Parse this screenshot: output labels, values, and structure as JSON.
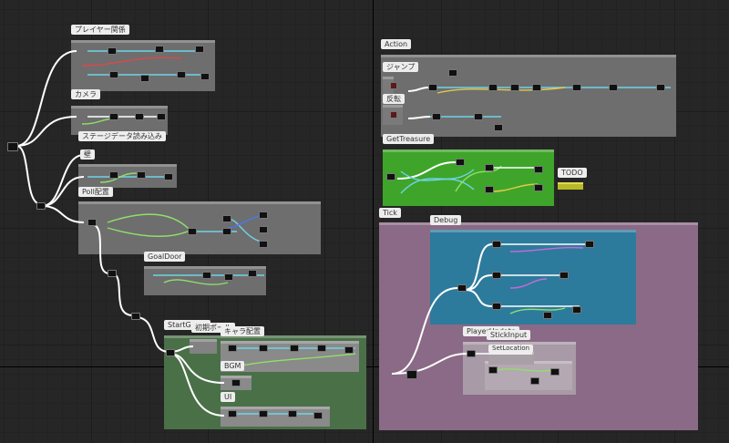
{
  "comments": [
    {
      "id": "player",
      "title": "プレイヤー関係"
    },
    {
      "id": "camera",
      "title": "カメラ"
    },
    {
      "id": "stage-load",
      "title": "ステージデータ読み込み"
    },
    {
      "id": "wall",
      "title": "壁"
    },
    {
      "id": "poll",
      "title": "Poll配置"
    },
    {
      "id": "goaldoor",
      "title": "GoalDoor"
    },
    {
      "id": "startgame",
      "title": "StartGame"
    },
    {
      "id": "initial-pole",
      "title": "初期ポール"
    },
    {
      "id": "chara",
      "title": "キャラ配置"
    },
    {
      "id": "bgm",
      "title": "BGM"
    },
    {
      "id": "ui",
      "title": "UI"
    },
    {
      "id": "action",
      "title": "Action"
    },
    {
      "id": "jump",
      "title": "ジャンプ"
    },
    {
      "id": "flip",
      "title": "反転"
    },
    {
      "id": "gettreasure",
      "title": "GetTreasure"
    },
    {
      "id": "todo",
      "title": "TODO"
    },
    {
      "id": "tick",
      "title": "Tick"
    },
    {
      "id": "debug",
      "title": "Debug"
    },
    {
      "id": "playerupdate",
      "title": "PlayerUpdate"
    },
    {
      "id": "stickinput",
      "title": "StickInput"
    },
    {
      "id": "setlocation",
      "title": "SetLocation"
    }
  ],
  "colors": {
    "background": "#262626",
    "comment_gray": "#6e6e6e",
    "comment_green_dark": "#4a7048",
    "comment_green_bright": "#3ea52a",
    "comment_blue": "#2d7b9c",
    "comment_purple": "#8a6a86",
    "wire_exec": "#ffffff",
    "wire_cyan": "#6fd3e8",
    "wire_green": "#8fe06a",
    "wire_red": "#d84a4a",
    "wire_blue": "#4a78e8",
    "wire_yellow": "#e8c84a",
    "wire_pink": "#c86ad8"
  }
}
